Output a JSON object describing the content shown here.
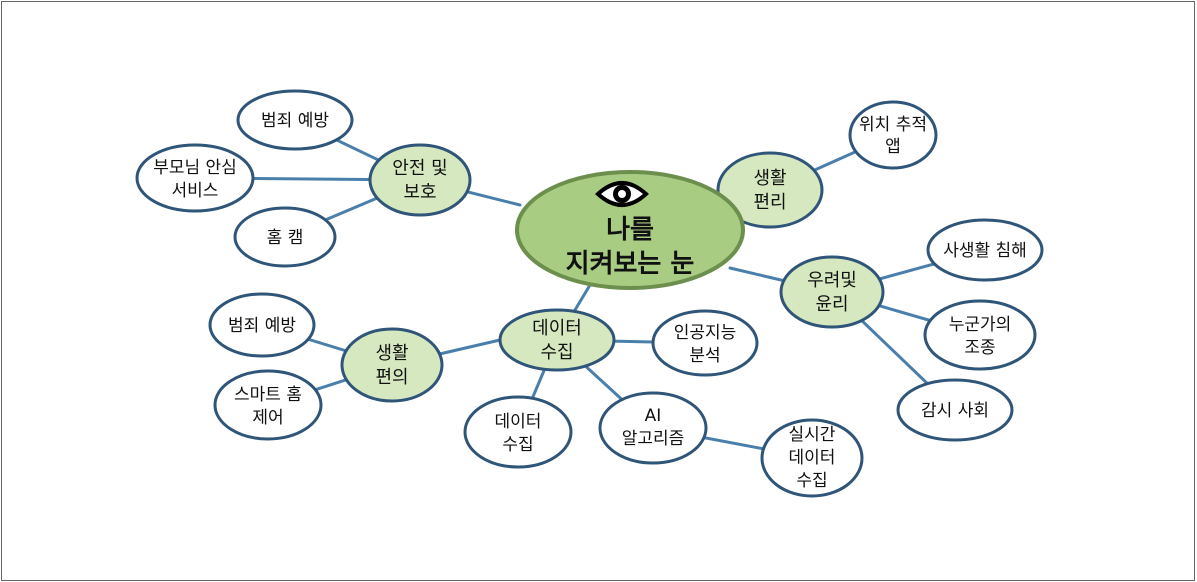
{
  "center": {
    "line1": "나를",
    "line2": "지켜보는 눈",
    "icon": "eye-icon"
  },
  "categories": {
    "safety": {
      "line1": "안전 및",
      "line2": "보호"
    },
    "living_convenience": {
      "line1": "생활",
      "line2": "편리"
    },
    "concerns": {
      "line1": "우려및",
      "line2": "윤리"
    },
    "data_collection": {
      "line1": "데이터",
      "line2": "수집"
    },
    "living_comfort": {
      "line1": "생활",
      "line2": "편의"
    }
  },
  "leaves": {
    "crime_prevention_top": {
      "line1": "범죄 예방"
    },
    "parents_service": {
      "line1": "부모님 안심",
      "line2": "서비스"
    },
    "home_cam": {
      "line1": "홈 캠"
    },
    "location_app": {
      "line1": "위치 추적",
      "line2": "앱"
    },
    "privacy": {
      "line1": "사생활 침해"
    },
    "manipulation": {
      "line1": "누군가의",
      "line2": "조종"
    },
    "surveillance": {
      "line1": "감시 사회"
    },
    "ai_analysis": {
      "line1": "인공지능",
      "line2": "분석"
    },
    "data_collect_leaf": {
      "line1": "데이터",
      "line2": "수집"
    },
    "ai_algorithm": {
      "line1": "AI",
      "line2": "알고리즘"
    },
    "realtime": {
      "line1": "실시간",
      "line2": "데이터",
      "line3": "수집"
    },
    "crime_prevention_bottom": {
      "line1": "범죄 예방"
    },
    "smart_home": {
      "line1": "스마트 홈",
      "line2": "제어"
    }
  }
}
